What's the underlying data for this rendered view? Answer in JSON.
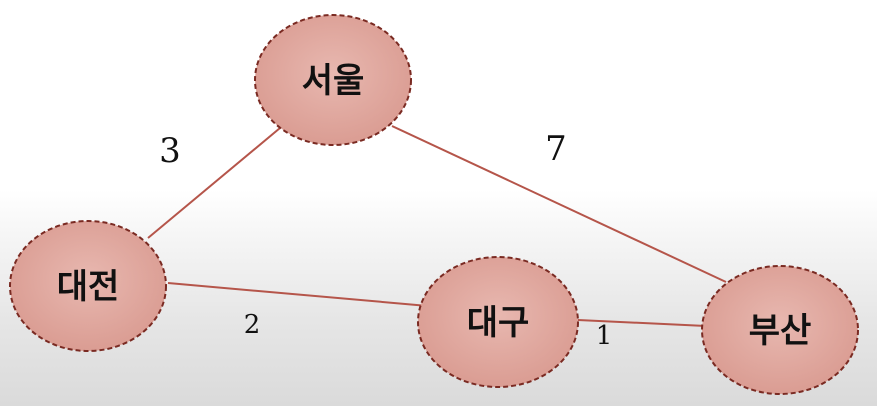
{
  "nodes": {
    "seoul": "서울",
    "daejeon": "대전",
    "daegu": "대구",
    "busan": "부산"
  },
  "edges": {
    "seoul_daejeon": "3",
    "seoul_busan": "7",
    "daejeon_daegu": "2",
    "daegu_busan": "1"
  },
  "colors": {
    "node_fill": "#e0a89f",
    "node_stroke": "#7a2a22",
    "edge": "#b5554a"
  }
}
